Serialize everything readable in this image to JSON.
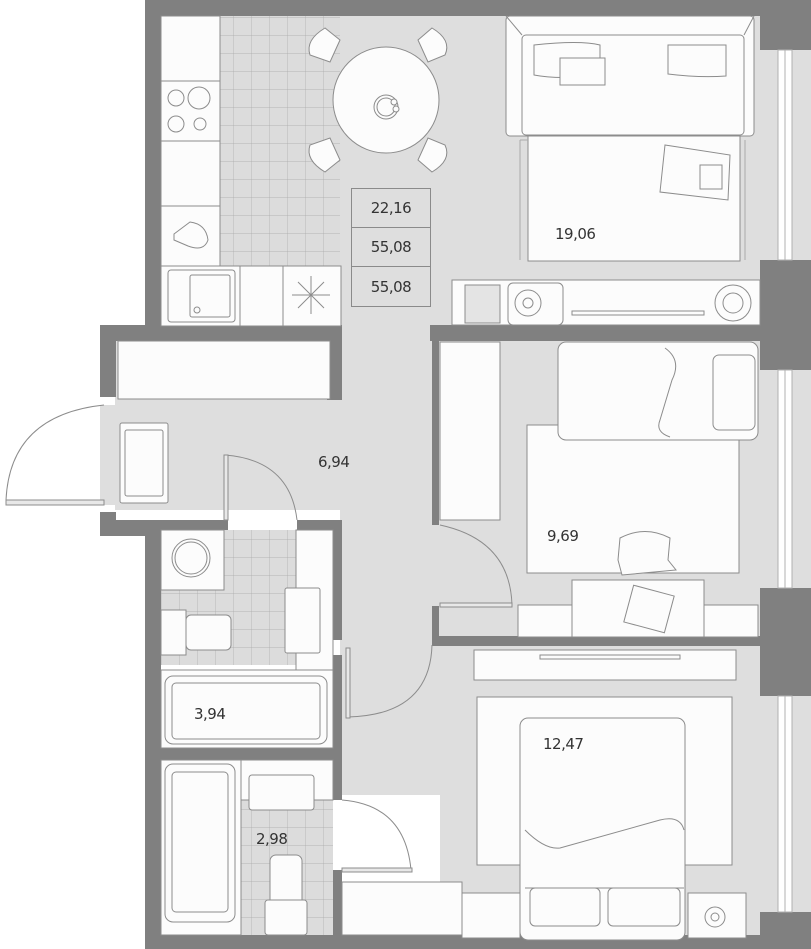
{
  "plan": {
    "colors": {
      "wall": "#808080",
      "floor": "#dedede",
      "furniture": "#fcfcfc",
      "line": "#8c8c8c",
      "tile": "#b9b9b9",
      "text": "#333333"
    },
    "summary": {
      "living_area": "22,16",
      "total_area": "55,08",
      "total_area_with_balcony": "55,08"
    },
    "rooms": [
      {
        "id": "kitchen-living",
        "area": "22,16"
      },
      {
        "id": "bedroom-large",
        "area": "19,06"
      },
      {
        "id": "bedroom-kids",
        "area": "9,69"
      },
      {
        "id": "hallway",
        "area": "6,94"
      },
      {
        "id": "bathroom",
        "area": "3,94"
      },
      {
        "id": "bathroom-small",
        "area": "2,98"
      },
      {
        "id": "bedroom-master",
        "area": "12,47"
      }
    ]
  }
}
